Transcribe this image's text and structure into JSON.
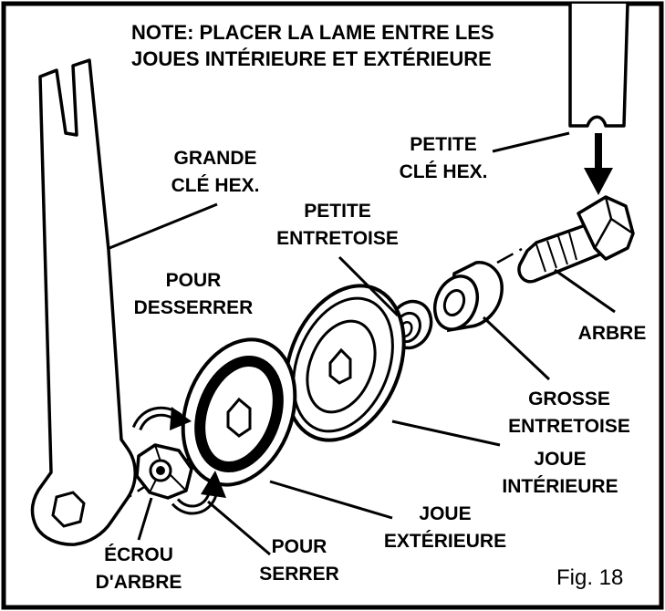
{
  "note": {
    "line1": "NOTE:  PLACER LA LAME ENTRE LES",
    "line2": "JOUES INTÉRIEURE ET EXTÉRIEURE"
  },
  "labels": {
    "grande_cle_1": "GRANDE",
    "grande_cle_2": "CLÉ HEX.",
    "petite_cle_1": "PETITE",
    "petite_cle_2": "CLÉ HEX.",
    "petite_entretoise_1": "PETITE",
    "petite_entretoise_2": "ENTRETOISE",
    "pour_desserrer_1": "POUR",
    "pour_desserrer_2": "DESSERRER",
    "arbre": "ARBRE",
    "grosse_entretoise_1": "GROSSE",
    "grosse_entretoise_2": "ENTRETOISE",
    "joue_interieure_1": "JOUE",
    "joue_interieure_2": "INTÉRIEURE",
    "joue_exterieure_1": "JOUE",
    "joue_exterieure_2": "EXTÉRIEURE",
    "ecrou_1": "ÉCROU",
    "ecrou_2": "D'ARBRE",
    "pour_serrer_1": "POUR",
    "pour_serrer_2": "SERRER"
  },
  "figure_label": "Fig. 18"
}
